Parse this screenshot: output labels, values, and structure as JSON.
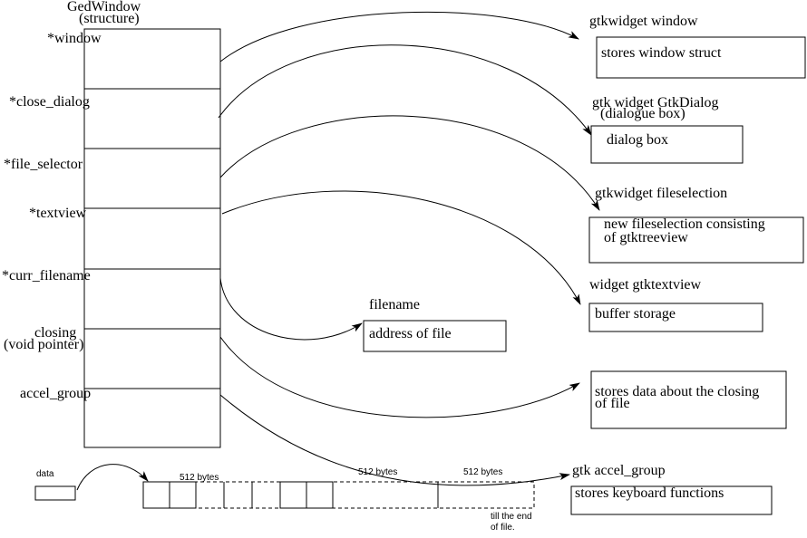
{
  "struct": {
    "title": "GedWindow",
    "subtitle": "(structure)",
    "fields": [
      "*window",
      "*close_dialog",
      "*file_selector",
      "*textview",
      "*curr_filename",
      "closing",
      "accel_group"
    ],
    "closing_note": "(void pointer)"
  },
  "targets": {
    "window": {
      "header": "gtkwidget window",
      "box": "stores window struct"
    },
    "dialog": {
      "header": "gtk widget GtkDialog",
      "header2": "(dialogue box)",
      "box": "dialog box"
    },
    "fileselection": {
      "header": "gtkwidget fileselection",
      "box_line1": "new fileselection consisting",
      "box_line2": "of gtktreeview"
    },
    "textview": {
      "header": "widget gtktextview",
      "box": "buffer storage"
    },
    "filename": {
      "header": "filename",
      "box": "address of file"
    },
    "closing": {
      "box_line1": "stores data about the closing",
      "box_line2": "of file"
    },
    "accel": {
      "header": "gtk accel_group",
      "box": "stores keyboard functions"
    }
  },
  "buffer": {
    "data_label": "data",
    "bytes_label_1": "512 bytes",
    "bytes_label_2": "512 bytes",
    "bytes_label_3": "512 bytes",
    "end_note_line1": "till the end",
    "end_note_line2": "of file."
  },
  "colors": {
    "stroke": "#000000",
    "background": "#ffffff"
  }
}
